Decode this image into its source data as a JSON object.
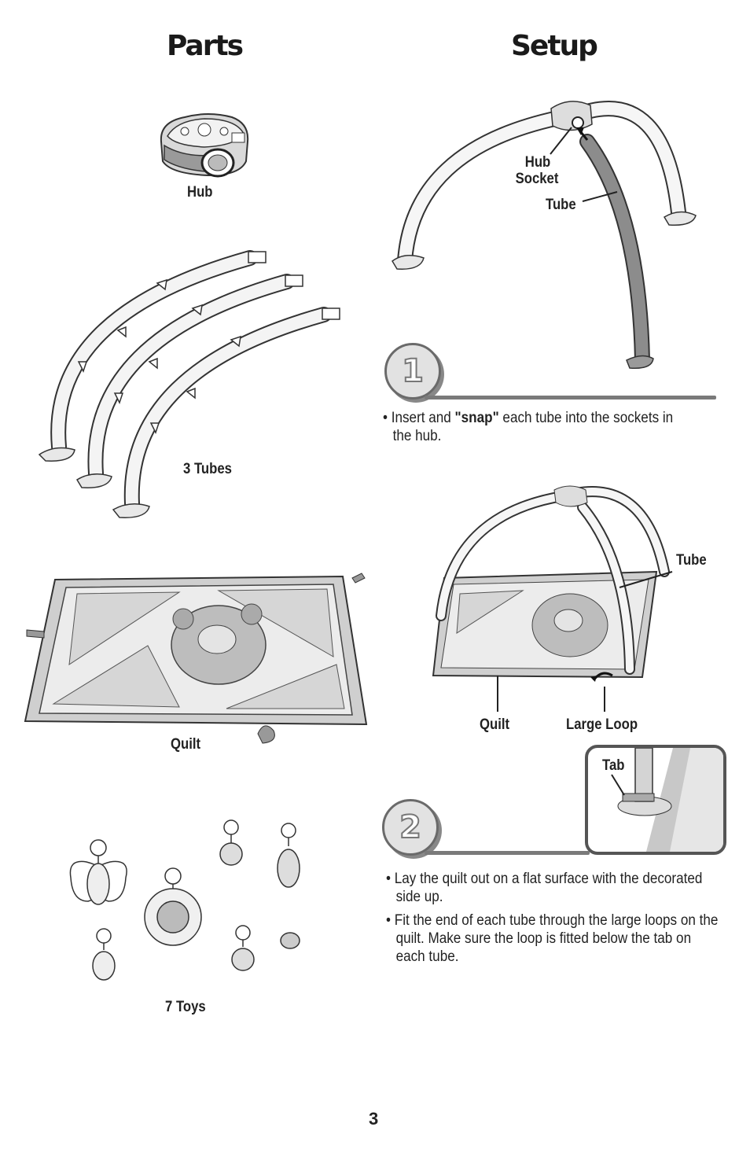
{
  "headings": {
    "parts": "Parts",
    "setup": "Setup"
  },
  "parts": {
    "hub_label": "Hub",
    "tubes_label": "3 Tubes",
    "quilt_label": "Quilt",
    "toys_label": "7 Toys"
  },
  "setup": {
    "step1": {
      "number": "1",
      "callouts": {
        "hub_socket_line1": "Hub",
        "hub_socket_line2": "Socket",
        "tube": "Tube"
      },
      "text_pre": "Insert and ",
      "text_bold": "\"snap\"",
      "text_post": " each tube into the sockets in the hub."
    },
    "step2": {
      "number": "2",
      "callouts": {
        "tube": "Tube",
        "quilt": "Quilt",
        "large_loop": "Large Loop",
        "tab": "Tab"
      },
      "bullets": [
        "Lay the quilt out on a flat surface with the decorated side up.",
        "Fit the end of each tube through the large loops on the quilt. Make sure the loop is fitted below the tab on each tube."
      ]
    }
  },
  "page_number": "3"
}
